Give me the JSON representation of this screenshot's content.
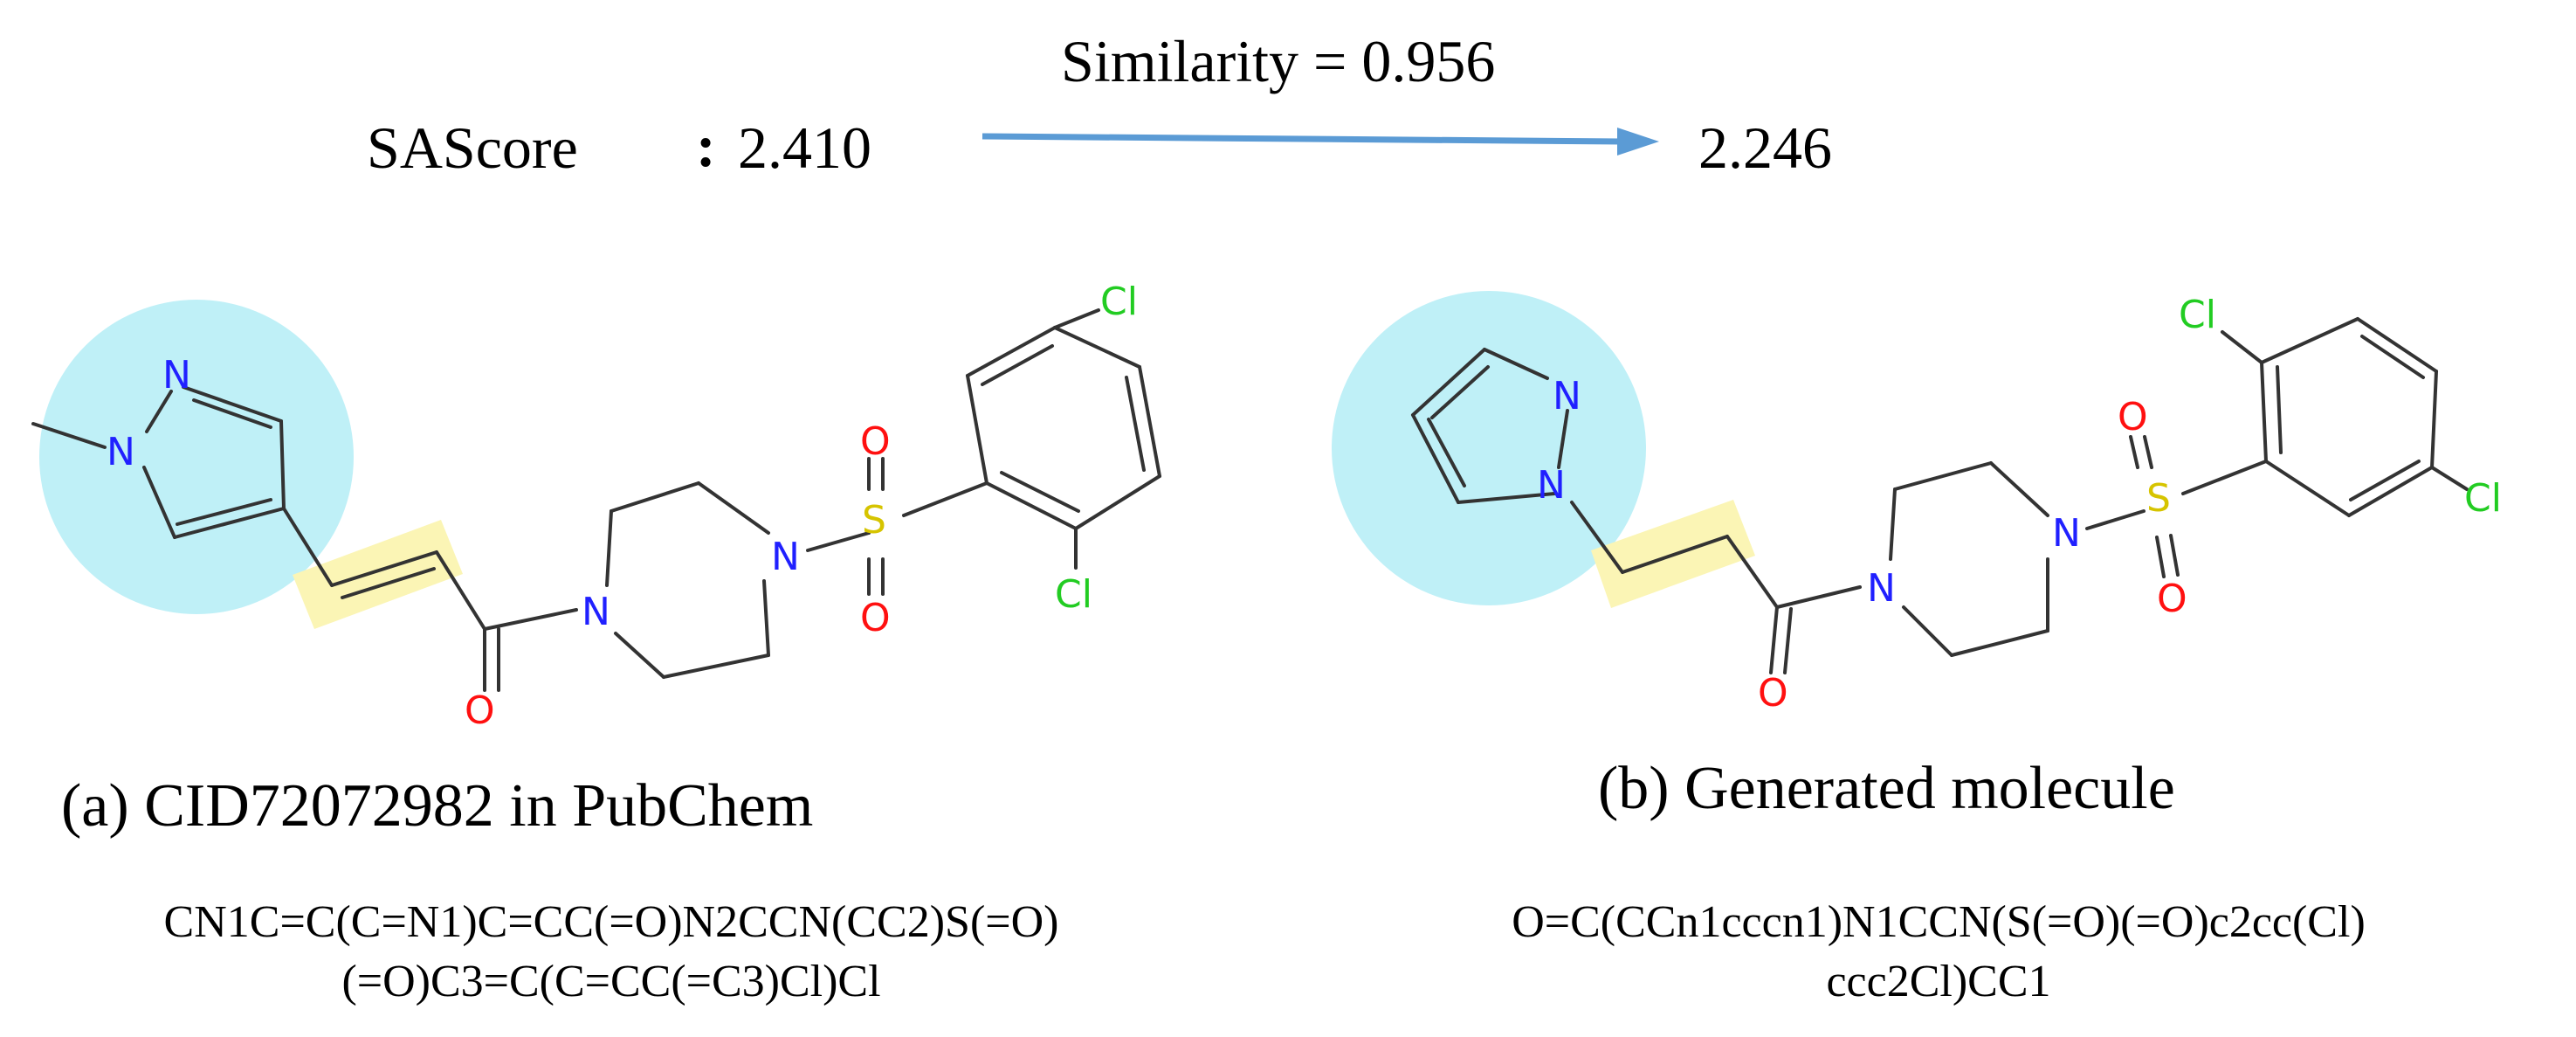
{
  "header": {
    "sascore_label": "SAScore",
    "colon": ":",
    "similarity_text": "Similarity = 0.956",
    "score_left": "2.410",
    "score_right": "2.246"
  },
  "left": {
    "caption": "(a) CID72072982 in PubChem",
    "smiles_line1": "CN1C=C(C=N1)C=CC(=O)N2CCN(CC2)S(=O)",
    "smiles_line2": "(=O)C3=C(C=CC(=C3)Cl)Cl"
  },
  "right": {
    "caption": "(b) Generated molecule",
    "smiles_line1": "O=C(CCn1cccn1)N1CCN(S(=O)(=O)c2cc(Cl)",
    "smiles_line2": "ccc2Cl)CC1"
  },
  "atoms": {
    "N": "N",
    "O": "O",
    "S": "S",
    "Cl": "Cl"
  },
  "colors": {
    "nitrogen": "#2020ff",
    "oxygen": "#ff1010",
    "sulfur": "#d6c400",
    "chlorine": "#22cc22",
    "bond": "#333333",
    "arrow": "#5b9bd5",
    "ring_highlight": "#bff0f7",
    "linker_highlight": "#fbf5b5"
  }
}
